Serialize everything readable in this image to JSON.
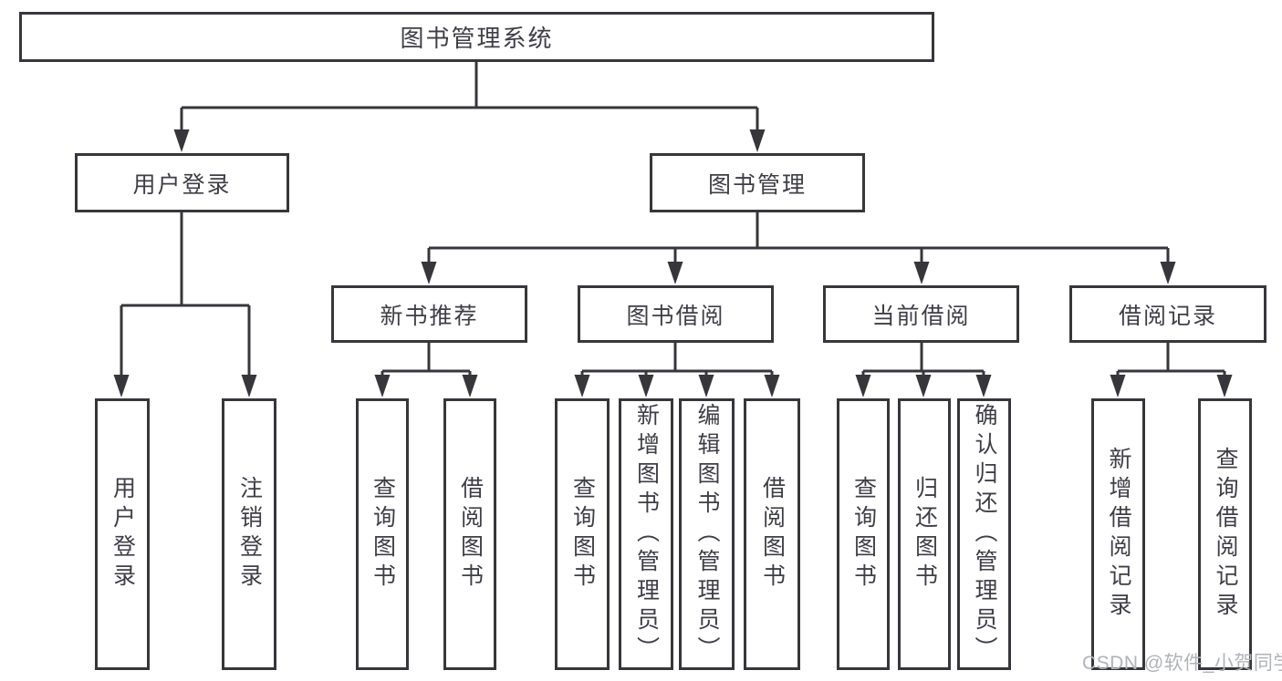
{
  "diagram": {
    "title": "图书管理系统",
    "watermark": "CSDN @软件_小贺同学",
    "colors": {
      "line": "#37373b",
      "text": "#3e3e46",
      "background": "#ffffff",
      "watermark": "#b0b3b7"
    },
    "nodes": {
      "root": {
        "label": "图书管理系统"
      },
      "user_login": {
        "label": "用户登录"
      },
      "book_mgmt": {
        "label": "图书管理"
      },
      "new_book": {
        "label": "新书推荐"
      },
      "book_borrow": {
        "label": "图书借阅"
      },
      "current_borrow": {
        "label": "当前借阅"
      },
      "borrow_records": {
        "label": "借阅记录"
      },
      "user_login_children": {
        "login": {
          "label": "用户登录"
        },
        "logout": {
          "label": "注销登录"
        }
      },
      "new_book_children": {
        "query": {
          "label": "查询图书"
        },
        "borrow": {
          "label": "借阅图书"
        }
      },
      "book_borrow_children": {
        "query": {
          "label": "查询图书"
        },
        "add": {
          "label": "新增图书（管理员）"
        },
        "edit": {
          "label": "编辑图书（管理员）"
        },
        "borrow": {
          "label": "借阅图书"
        }
      },
      "current_borrow_children": {
        "query": {
          "label": "查询图书"
        },
        "return": {
          "label": "归还图书"
        },
        "confirm_return": {
          "label": "确认归还（管理员）"
        }
      },
      "borrow_records_children": {
        "add_record": {
          "label": "新增借阅记录"
        },
        "query_record": {
          "label": "查询借阅记录"
        }
      }
    },
    "hierarchy": {
      "图书管理系统": {
        "用户登录": [
          "用户登录",
          "注销登录"
        ],
        "图书管理": {
          "新书推荐": [
            "查询图书",
            "借阅图书"
          ],
          "图书借阅": [
            "查询图书",
            "新增图书（管理员）",
            "编辑图书（管理员）",
            "借阅图书"
          ],
          "当前借阅": [
            "查询图书",
            "归还图书",
            "确认归还（管理员）"
          ],
          "借阅记录": [
            "新增借阅记录",
            "查询借阅记录"
          ]
        }
      }
    }
  }
}
